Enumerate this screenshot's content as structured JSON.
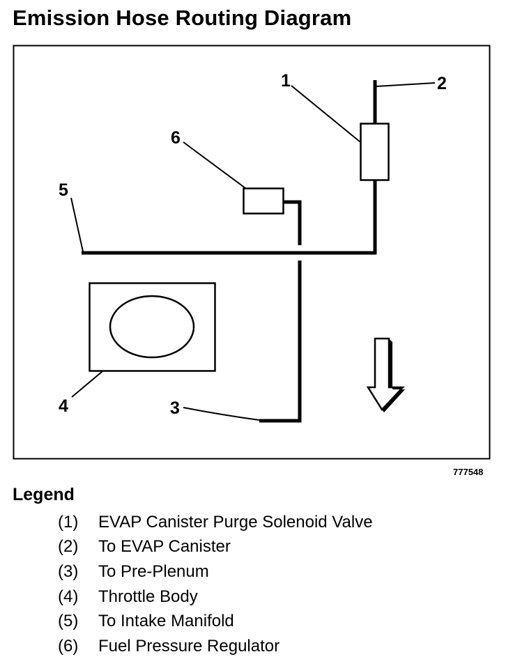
{
  "title": "Emission Hose Routing Diagram",
  "figure_id": "777548",
  "callouts": [
    "1",
    "2",
    "3",
    "4",
    "5",
    "6"
  ],
  "legend": {
    "heading": "Legend",
    "items": [
      {
        "num": "(1)",
        "label": "EVAP Canister Purge Solenoid Valve"
      },
      {
        "num": "(2)",
        "label": "To EVAP Canister"
      },
      {
        "num": "(3)",
        "label": "To Pre-Plenum"
      },
      {
        "num": "(4)",
        "label": "Throttle Body"
      },
      {
        "num": "(5)",
        "label": "To Intake Manifold"
      },
      {
        "num": "(6)",
        "label": "Fuel Pressure Regulator"
      }
    ]
  },
  "colors": {
    "ink": "#000000",
    "background": "#ffffff"
  }
}
